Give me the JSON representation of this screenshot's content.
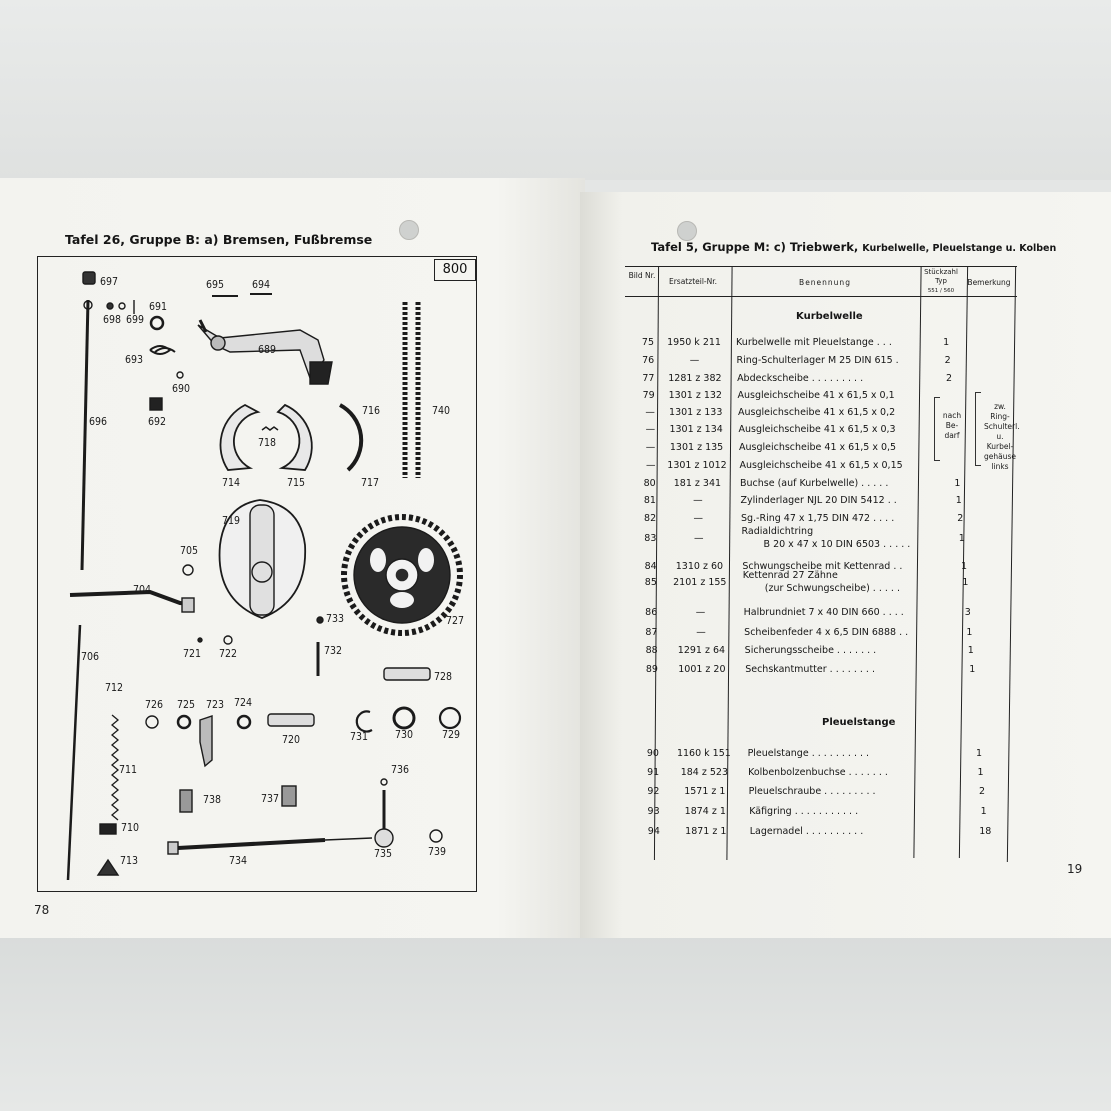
{
  "left_page": {
    "title": "Tafel 26,  Gruppe B:  a) Bremsen, Fußbremse",
    "plate_number": "800",
    "page_number": "78",
    "part_labels": [
      {
        "id": "697",
        "text": "697"
      },
      {
        "id": "695",
        "text": "695"
      },
      {
        "id": "694",
        "text": "694"
      },
      {
        "id": "691",
        "text": "691"
      },
      {
        "id": "698",
        "text": "698"
      },
      {
        "id": "699",
        "text": "699"
      },
      {
        "id": "693",
        "text": "693"
      },
      {
        "id": "689",
        "text": "689"
      },
      {
        "id": "690",
        "text": "690"
      },
      {
        "id": "692",
        "text": "692"
      },
      {
        "id": "696",
        "text": "696"
      },
      {
        "id": "716",
        "text": "716"
      },
      {
        "id": "740",
        "text": "740"
      },
      {
        "id": "718",
        "text": "718"
      },
      {
        "id": "714",
        "text": "714"
      },
      {
        "id": "715",
        "text": "715"
      },
      {
        "id": "717",
        "text": "717"
      },
      {
        "id": "719",
        "text": "719"
      },
      {
        "id": "705",
        "text": "705"
      },
      {
        "id": "704",
        "text": "704"
      },
      {
        "id": "733",
        "text": "733"
      },
      {
        "id": "727",
        "text": "727"
      },
      {
        "id": "706",
        "text": "706"
      },
      {
        "id": "721",
        "text": "721"
      },
      {
        "id": "722",
        "text": "722"
      },
      {
        "id": "732",
        "text": "732"
      },
      {
        "id": "728",
        "text": "728"
      },
      {
        "id": "712",
        "text": "712"
      },
      {
        "id": "726",
        "text": "726"
      },
      {
        "id": "725",
        "text": "725"
      },
      {
        "id": "723",
        "text": "723"
      },
      {
        "id": "724",
        "text": "724"
      },
      {
        "id": "720",
        "text": "720"
      },
      {
        "id": "731",
        "text": "731"
      },
      {
        "id": "730",
        "text": "730"
      },
      {
        "id": "729",
        "text": "729"
      },
      {
        "id": "711",
        "text": "711"
      },
      {
        "id": "736",
        "text": "736"
      },
      {
        "id": "738",
        "text": "738"
      },
      {
        "id": "737",
        "text": "737"
      },
      {
        "id": "710",
        "text": "710"
      },
      {
        "id": "713",
        "text": "713"
      },
      {
        "id": "734",
        "text": "734"
      },
      {
        "id": "735",
        "text": "735"
      },
      {
        "id": "739",
        "text": "739"
      }
    ]
  },
  "right_page": {
    "title_main": "Tafel 5,  Gruppe M:  c) Triebwerk,",
    "title_sub": "Kurbelwelle, Pleuelstange u. Kolben",
    "page_number": "19",
    "headers": {
      "bild": "Bild Nr.",
      "ersatzteil": "Ersatzteil-Nr.",
      "benennung": "Benennung",
      "stueckzahl": "Stückzahl Typ",
      "typ": "551  /  560",
      "bemerkung": "Bemerkung"
    },
    "section1": "Kurbelwelle",
    "section2": "Pleuelstange",
    "note_bedarf": "nach Be- darf",
    "note_remark": "zw. Ring- Schulterl. u. Kurbel- gehäuse links",
    "rows": [
      {
        "bild": "75",
        "nr": "1950 k 211",
        "name": "Kurbelwelle mit Pleuelstange  .  .  .",
        "qty": "1"
      },
      {
        "bild": "76",
        "nr": "—",
        "name": "Ring-Schulterlager M 25 DIN 615  .",
        "qty": "2"
      },
      {
        "bild": "77",
        "nr": "1281 z 382",
        "name": "Abdeckscheibe  .  .  .  .  .  .  .  .  .",
        "qty": "2"
      },
      {
        "bild": "79",
        "nr": "1301 z 132",
        "name": "Ausgleichscheibe 41 x 61,5 x 0,1",
        "qty": ""
      },
      {
        "bild": "—",
        "nr": "1301 z 133",
        "name": "Ausgleichscheibe 41 x 61,5 x 0,2",
        "qty": ""
      },
      {
        "bild": "—",
        "nr": "1301 z 134",
        "name": "Ausgleichscheibe 41 x 61,5 x 0,3",
        "qty": ""
      },
      {
        "bild": "—",
        "nr": "1301 z 135",
        "name": "Ausgleichscheibe 41 x 61,5 x 0,5",
        "qty": ""
      },
      {
        "bild": "—",
        "nr": "1301 z 1012",
        "name": "Ausgleichscheibe 41 x 61,5 x 0,15",
        "qty": ""
      },
      {
        "bild": "80",
        "nr": "181 z 341",
        "name": "Buchse (auf Kurbelwelle)  .  .  .  .  .",
        "qty": "1"
      },
      {
        "bild": "81",
        "nr": "—",
        "name": "Zylinderlager NJL 20 DIN 5412  .  .",
        "qty": "1"
      },
      {
        "bild": "82",
        "nr": "—",
        "name": "Sg.-Ring 47 x 1,75 DIN 472  .  .  .  .",
        "qty": "2"
      },
      {
        "bild": "83",
        "nr": "—",
        "name": "Radialdichtring",
        "name2": "B 20 x 47 x 10 DIN 6503  .  .  .  .  .",
        "qty": "1"
      },
      {
        "bild": "84",
        "nr": "1310 z 60",
        "name": "Schwungscheibe mit Kettenrad  .  .",
        "qty": "1"
      },
      {
        "bild": "85",
        "nr": "2101 z 155",
        "name": "Kettenrad 27 Zähne",
        "name2": "(zur Schwungscheibe)  .  .  .  .  .",
        "qty": "1"
      },
      {
        "bild": "86",
        "nr": "—",
        "name": "Halbrundniet 7 x 40 DIN 660  .  .  .  .",
        "qty": "3"
      },
      {
        "bild": "87",
        "nr": "—",
        "name": "Scheibenfeder 4 x 6,5 DIN 6888  .  .",
        "qty": "1"
      },
      {
        "bild": "88",
        "nr": "1291 z 64",
        "name": "Sicherungsscheibe  .  .  .  .  .  .  .",
        "qty": "1"
      },
      {
        "bild": "89",
        "nr": "1001 z 20",
        "name": "Sechskantmutter  .  .  .  .  .  .  .  .",
        "qty": "1"
      },
      {
        "bild": "90",
        "nr": "1160 k 151",
        "name": "Pleuelstange  .  .  .  .  .  .  .  .  .  .",
        "qty": "1"
      },
      {
        "bild": "91",
        "nr": "184 z 523",
        "name": "Kolbenbolzenbuchse  .  .  .  .  .  .  .",
        "qty": "1"
      },
      {
        "bild": "92",
        "nr": "1571 z 1",
        "name": "Pleuelschraube  .  .  .  .  .  .  .  .  .",
        "qty": "2"
      },
      {
        "bild": "93",
        "nr": "1874 z 1",
        "name": "Käfigring  .  .  .  .  .  .  .  .  .  .  .",
        "qty": "1"
      },
      {
        "bild": "94",
        "nr": "1871 z 1",
        "name": "Lagernadel  .  .  .  .  .  .  .  .  .  .",
        "qty": "18"
      }
    ]
  }
}
